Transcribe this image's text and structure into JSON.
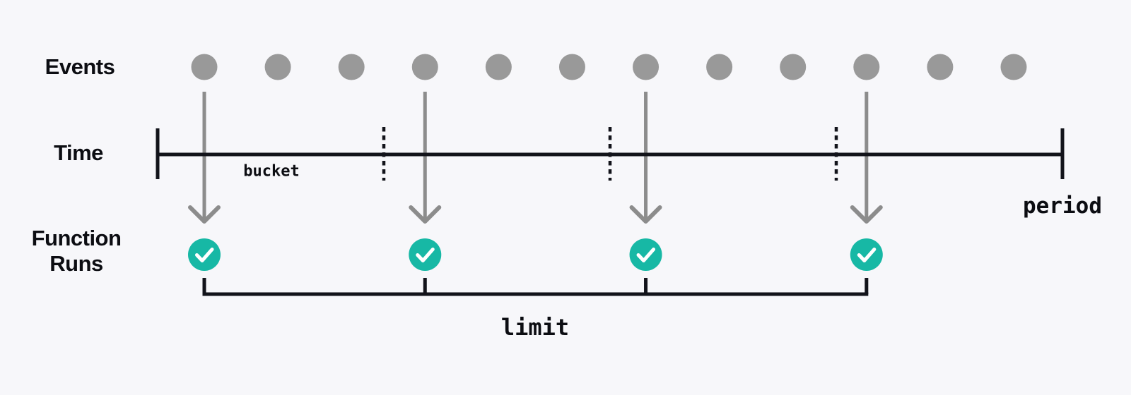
{
  "labels": {
    "events": "Events",
    "time": "Time",
    "function_runs_line1": "Function",
    "function_runs_line2": "Runs",
    "bucket": "bucket",
    "period": "period",
    "limit": "limit"
  },
  "diagram": {
    "event_count": 12,
    "bucket_count": 4,
    "run_event_indices": [
      0,
      3,
      6,
      9
    ],
    "function_run_count": 4
  },
  "colors": {
    "background": "#f7f7fa",
    "event_dot": "#999999",
    "arrow": "#8c8c8c",
    "run_circle": "#17b8a5",
    "check": "#ffffff",
    "line": "#12131a",
    "text": "#0c0d12"
  }
}
